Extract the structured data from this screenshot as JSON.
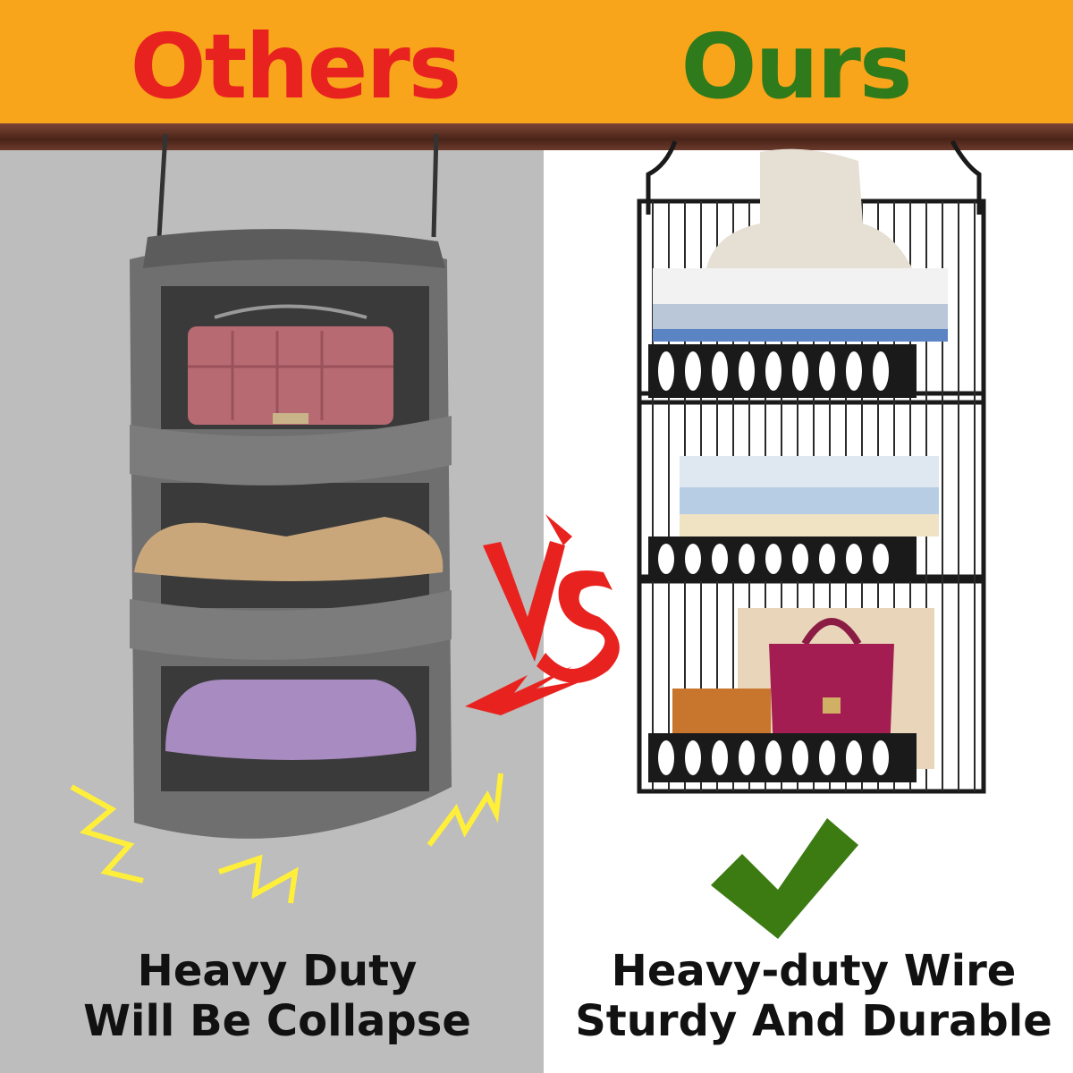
{
  "header": {
    "left_label": "Others",
    "right_label": "Ours",
    "left_color": "#e8231f",
    "right_color": "#2f7a1a",
    "banner_color": "#f9a51b"
  },
  "vs_label": "VS",
  "left_caption": {
    "line1": "Heavy Duty",
    "line2": "Will Be Collapse"
  },
  "right_caption": {
    "line1": "Heavy-duty Wire",
    "line2": "Sturdy And Durable"
  },
  "icons": {
    "vs": "vs-burst-icon",
    "check": "checkmark-icon",
    "collapse": "shake-lines-icon"
  }
}
